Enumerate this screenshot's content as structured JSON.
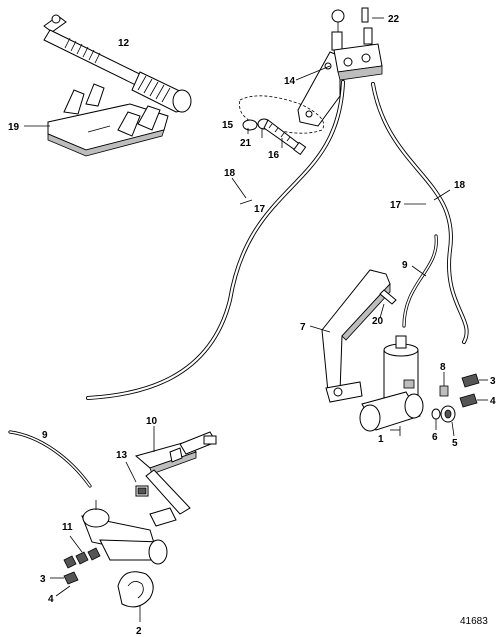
{
  "figure_id": "41683",
  "callouts": {
    "c1": "1",
    "c2": "2",
    "c3a": "3",
    "c3b": "3",
    "c4a": "4",
    "c4b": "4",
    "c5": "5",
    "c6": "6",
    "c7": "7",
    "c8": "8",
    "c9a": "9",
    "c9b": "9",
    "c10": "10",
    "c11": "11",
    "c12": "12",
    "c13": "13",
    "c14": "14",
    "c15": "15",
    "c16": "16",
    "c17a": "17",
    "c17b": "17",
    "c18a": "18",
    "c18b": "18",
    "c19": "19",
    "c20": "20",
    "c21": "21",
    "c22": "22"
  }
}
